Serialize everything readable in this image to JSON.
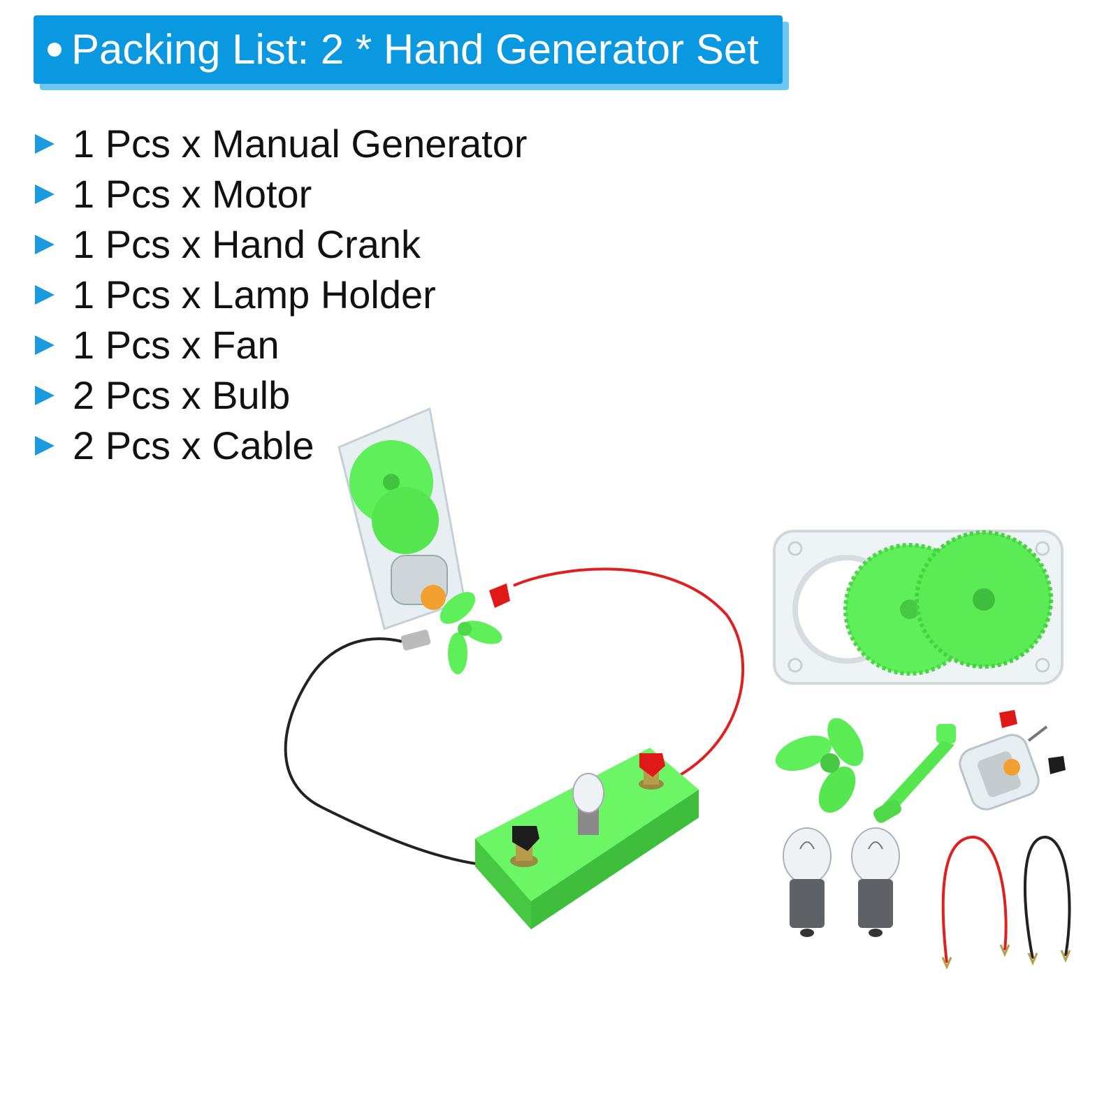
{
  "header": {
    "title": "Packing List: 2 * Hand Generator Set",
    "accent_color": "#0a98e0",
    "shadow_color": "#6cc6f2"
  },
  "packing_list": [
    {
      "label": "1 Pcs x Manual Generator"
    },
    {
      "label": "1 Pcs x Motor"
    },
    {
      "label": "1 Pcs x Hand Crank"
    },
    {
      "label": "1 Pcs x Lamp Holder"
    },
    {
      "label": "1 Pcs x Fan"
    },
    {
      "label": "2 Pcs x Bulb"
    },
    {
      "label": "2 Pcs x Cable"
    }
  ],
  "bullet_icon": "arrow-right-icon",
  "product_colors": {
    "plastic_green": "#5fef5a",
    "wire_red": "#e02020",
    "wire_black": "#222222",
    "terminal_red": "#e01818",
    "terminal_black": "#1c1c1c",
    "clear_case": "#e6eef2"
  }
}
